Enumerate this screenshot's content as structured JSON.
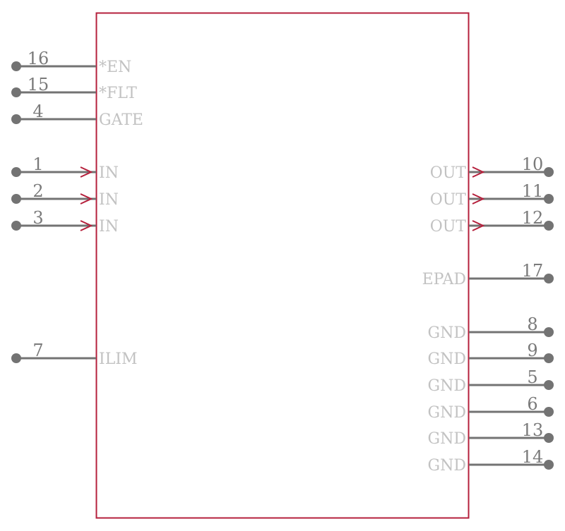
{
  "colors": {
    "body_outline": "#b5203c",
    "pin_line": "#737373",
    "pin_dot": "#737373",
    "arrow": "#b5203c",
    "pin_number_text": "#7a7a7a",
    "pin_label_text": "#c2c2c2"
  },
  "left_pins": [
    {
      "number": "16",
      "label": "*EN",
      "arrow": false
    },
    {
      "number": "15",
      "label": "*FLT",
      "arrow": false
    },
    {
      "number": "4",
      "label": "GATE",
      "arrow": false
    },
    {
      "number": "1",
      "label": "IN",
      "arrow": true
    },
    {
      "number": "2",
      "label": "IN",
      "arrow": true
    },
    {
      "number": "3",
      "label": "IN",
      "arrow": true
    },
    {
      "number": "7",
      "label": "ILIM",
      "arrow": false
    }
  ],
  "right_pins": [
    {
      "number": "10",
      "label": "OUT",
      "arrow": true
    },
    {
      "number": "11",
      "label": "OUT",
      "arrow": true
    },
    {
      "number": "12",
      "label": "OUT",
      "arrow": true
    },
    {
      "number": "17",
      "label": "EPAD",
      "arrow": false
    },
    {
      "number": "8",
      "label": "GND",
      "arrow": false
    },
    {
      "number": "9",
      "label": "GND",
      "arrow": false
    },
    {
      "number": "5",
      "label": "GND",
      "arrow": false
    },
    {
      "number": "6",
      "label": "GND",
      "arrow": false
    },
    {
      "number": "13",
      "label": "GND",
      "arrow": false
    },
    {
      "number": "14",
      "label": "GND",
      "arrow": false
    }
  ]
}
